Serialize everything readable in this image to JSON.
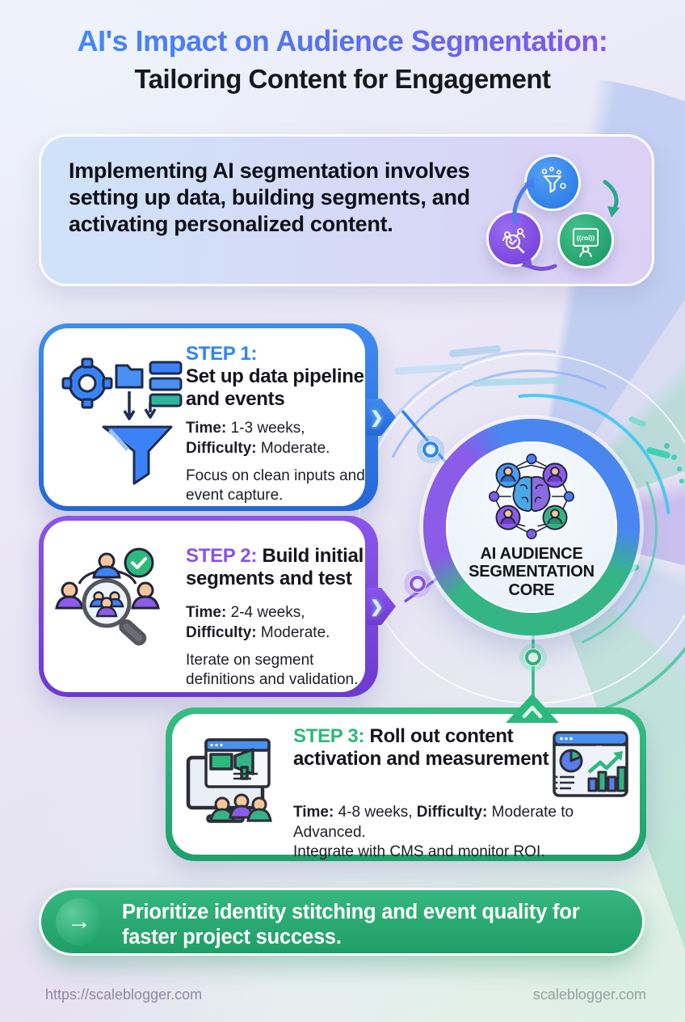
{
  "title": {
    "line1": "AI's Impact on Audience Segmentation:",
    "line2": "Tailoring Content for Engagement"
  },
  "intro": {
    "text": "Implementing AI segmentation involves setting up data, building segments, and activating personalized content."
  },
  "steps": [
    {
      "label": "STEP 1:",
      "heading": "Set up data pipeline and events",
      "time_label": "Time:",
      "time_value": " 1-3 weeks,",
      "difficulty_label": "Difficulty:",
      "difficulty_value": " Moderate.",
      "note": "Focus on clean inputs and event capture.",
      "accent": "#2e86f0"
    },
    {
      "label": "STEP 2:",
      "heading": " Build initial segments and test",
      "time_label": "Time:",
      "time_value": " 2-4 weeks,",
      "difficulty_label": "Difficulty:",
      "difficulty_value": " Moderate.",
      "note": "Iterate on segment definitions and validation.",
      "accent": "#8a52e8"
    },
    {
      "label": "STEP 3:",
      "heading": " Roll out content activation and measurement",
      "time_label": "Time:",
      "time_value": " 4-8 weeks, ",
      "difficulty_label": "Difficulty:",
      "difficulty_value": " Moderate to Advanced.",
      "note": "Integrate with CMS and monitor ROI.",
      "accent": "#2db97c"
    }
  ],
  "hub": {
    "line1": "AI AUDIENCE",
    "line2": "SEGMENTATION",
    "line3": "CORE"
  },
  "banner": {
    "arrow_glyph": "→",
    "text": "Prioritize identity stitching and event quality for faster project success."
  },
  "footer": {
    "left": "https://scaleblogger.com",
    "right": "scaleblogger.com"
  },
  "icons": {
    "card_chevron_glyph": "❯"
  },
  "colors": {
    "accent_blue": "#2e86f0",
    "accent_purple": "#8a52e8",
    "accent_green": "#2db97c",
    "title_gradient_start": "#3f8cf5",
    "title_gradient_end": "#8a52e8",
    "banner_green": "#28a970"
  }
}
